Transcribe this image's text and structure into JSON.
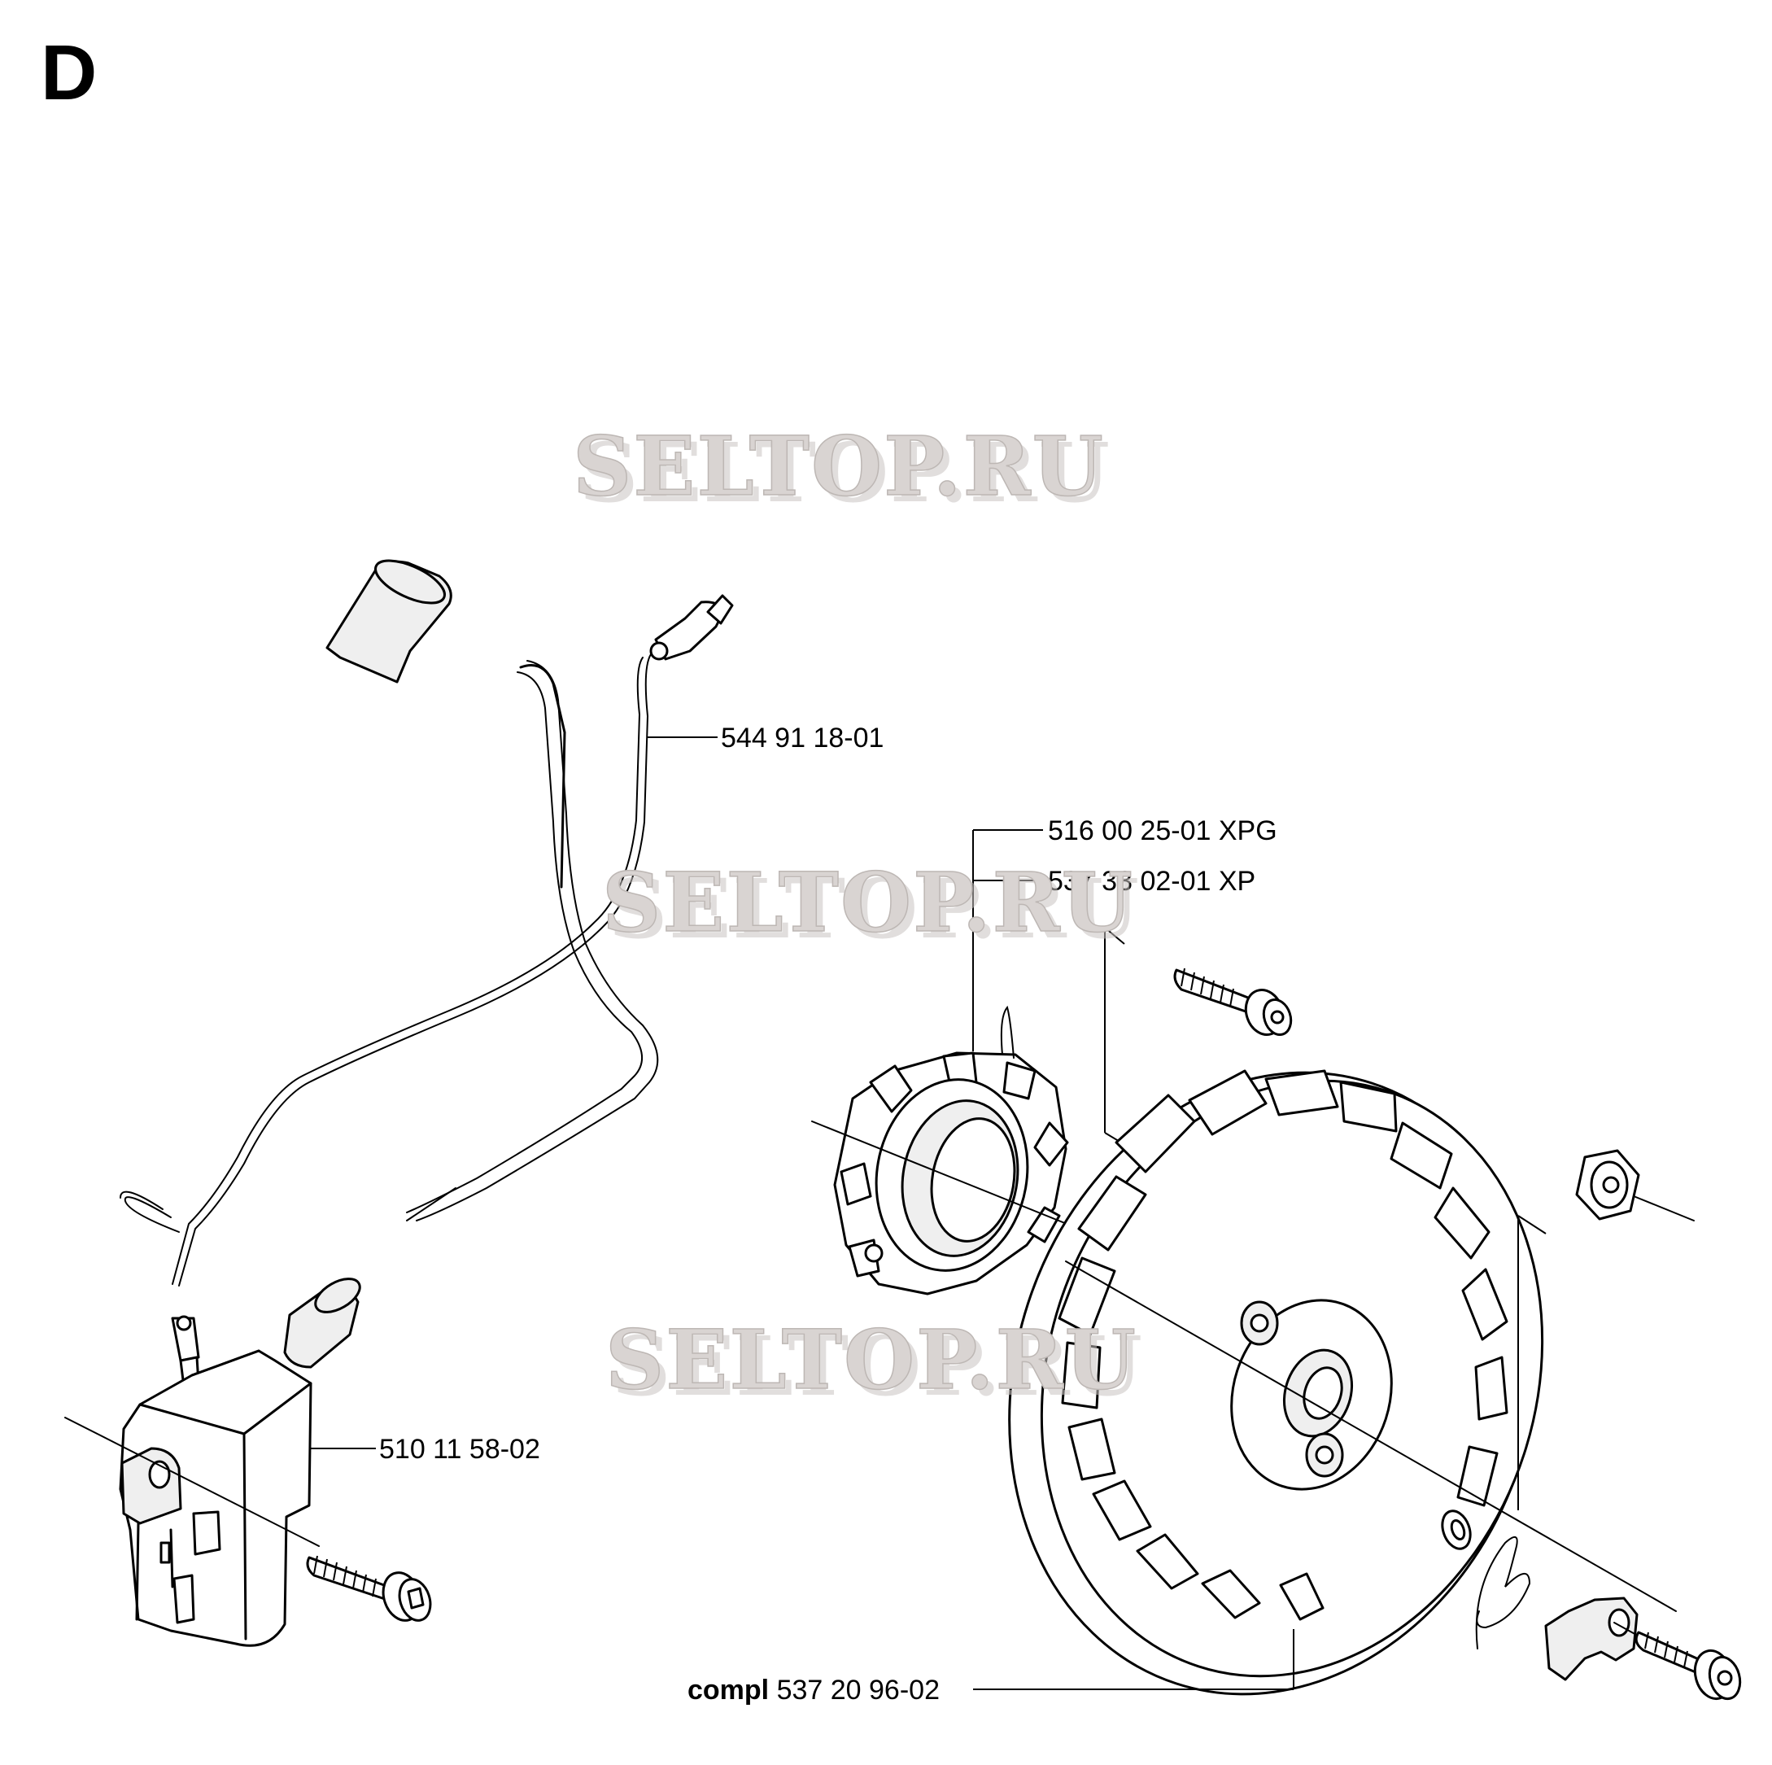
{
  "section": {
    "letter": "D"
  },
  "watermarks": [
    "SELTOP.RU",
    "SELTOP.RU",
    "SELTOP.RU"
  ],
  "labels": {
    "ignition_lead": {
      "number": "544 91 18-01"
    },
    "starter_pulley": {
      "number": "516 00 25-01 XPG"
    },
    "pulley_alt": {
      "number": "537 33 02-01 XP"
    },
    "ignition_module": {
      "number": "510 11 58-02"
    },
    "flywheel": {
      "prefix": "compl",
      "number": "537 20 96-02"
    }
  }
}
